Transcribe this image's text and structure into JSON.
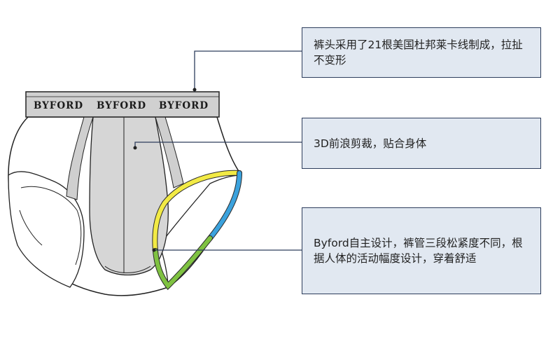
{
  "waistband_labels": [
    "BYFORD",
    "BYFORD",
    "BYFORD"
  ],
  "callouts": [
    {
      "text": "裤头采用了21根美国杜邦莱卡线制成，拉扯不变形"
    },
    {
      "text": "3D前浪剪裁，贴合身体"
    },
    {
      "text": "Byford自主设计，裤管三段松紧度不同，根据人体的活动幅度设计，穿着舒适"
    }
  ],
  "colors": {
    "callout_fill": "#e1e8f1",
    "callout_border": "#2d3d5c",
    "leg_segment_1": "#f2ea45",
    "leg_segment_2": "#3ba2dd",
    "leg_segment_3": "#7fc241"
  }
}
